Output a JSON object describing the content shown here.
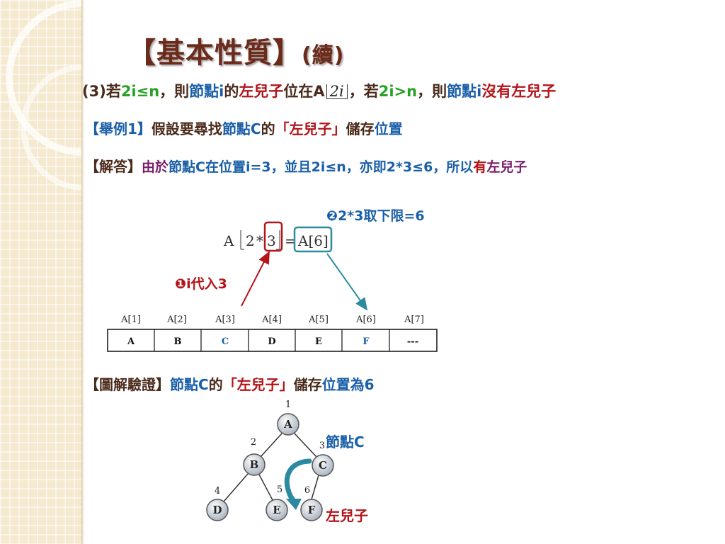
{
  "title": {
    "main": "【基本性質】",
    "sub": "(續)"
  },
  "rule": {
    "num": "(3)",
    "if": "若",
    "cond1": "2i≤n",
    "comma1": "，則",
    "node": "節點",
    "var": "i",
    "of": "的",
    "left_child": "左兒子",
    "pos_at": "位在",
    "arr": "A",
    "floor_expr": "2i",
    "comma2": "，若",
    "cond2": "2i>n",
    "comma3": "，則",
    "node2": "節點",
    "var2": "i",
    "no_left": "沒有左兒子"
  },
  "example": {
    "tag": "【舉例1】",
    "text1": "假設要尋找",
    "node_c": "節點C",
    "of": "的",
    "q_left": "「左兒子」",
    "store": "儲存",
    "pos": "位置"
  },
  "answer": {
    "tag": "【解答】",
    "t1": "由於",
    "t2": "節點C在位置i=3，並且2i≤n，亦即2*3≤6，所以",
    "t3": "有",
    "t4": "左兒子"
  },
  "formula": {
    "a": "A",
    "two": "2",
    "star": "*",
    "three": "3",
    "eq": "=",
    "result": "A[6]"
  },
  "annotations": {
    "step2": "❷2*3取下限=6",
    "step1": "❶i代入3",
    "node_c": "節點C",
    "left_child": "左兒子"
  },
  "array_table": {
    "headers": [
      "A[1]",
      "A[2]",
      "A[3]",
      "A[4]",
      "A[5]",
      "A[6]",
      "A[7]"
    ],
    "cells": [
      "A",
      "B",
      "C",
      "D",
      "E",
      "F",
      "---"
    ]
  },
  "verify": {
    "tag": "【圖解驗證】",
    "node_c": "節點C",
    "of": "的",
    "q_left": "「左兒子」",
    "store": "儲存",
    "pos": "位置為6"
  },
  "tree": {
    "nodes": [
      {
        "label": "A",
        "index": "1"
      },
      {
        "label": "B",
        "index": "2"
      },
      {
        "label": "C",
        "index": "3"
      },
      {
        "label": "D",
        "index": "4"
      },
      {
        "label": "E",
        "index": "5"
      },
      {
        "label": "F",
        "index": "6"
      }
    ]
  },
  "colors": {
    "title": "#6b2a1a",
    "green": "#26a226",
    "blue": "#1a5fa8",
    "red": "#b3151a",
    "teal": "#2c8aa0"
  }
}
